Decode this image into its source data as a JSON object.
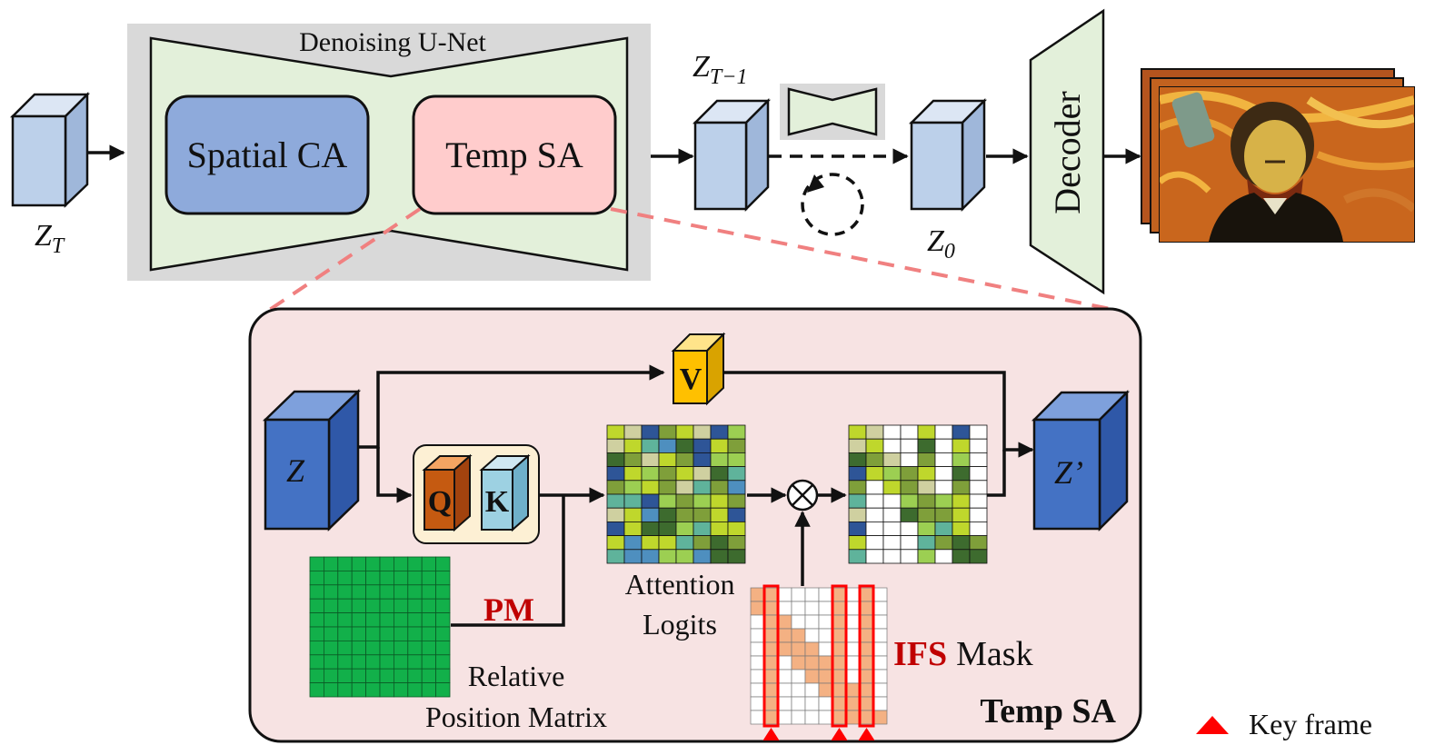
{
  "unet": {
    "title": "Denoising U-Net",
    "spatial_label": "Spatial CA",
    "temporal_label": "Temp SA"
  },
  "latents": {
    "zt_main": "Z",
    "zt_sub": "T",
    "zt1_main": "Z",
    "zt1_sub": "T−1",
    "z0_main": "Z",
    "z0_sub": "0"
  },
  "decoder": {
    "label": "Decoder"
  },
  "output": {
    "icon": "output-video-frames-icon"
  },
  "detail": {
    "title": "Temp SA",
    "z_in": "Z",
    "z_out": "Z’",
    "v_label": "V",
    "q_label": "Q",
    "k_label": "K",
    "pm_label": "PM",
    "attention_line1": "Attention",
    "attention_line2": "Logits",
    "relpos_line1": "Relative",
    "relpos_line2": "Position Matrix",
    "ifs_label": "IFS",
    "mask_label": "Mask",
    "multiply_symbol": "⊗"
  },
  "legend": {
    "key_frame": "Key frame"
  },
  "colors": {
    "light_blue": "#bcd0ea",
    "dark_blue": "#3f6fc4",
    "unet_green": "#e3f0da",
    "grey_panel": "#d9d9d9",
    "spatial_blue": "#8eaadb",
    "temporal_pink": "#ffcccc",
    "detail_bg": "#f7e3e3",
    "accent_red": "#c00000",
    "relpos_green": "#12b04a",
    "mask_orange": "#f4b183"
  }
}
